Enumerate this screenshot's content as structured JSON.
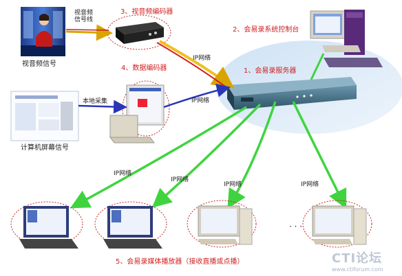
{
  "labels": {
    "video_signal": "视音频信号",
    "signal_line": "视音频\n信号线",
    "video_encoder": "3、视音频编码器",
    "control_console": "2、会易录系统控制台",
    "ip_net_1": "IP网络",
    "data_encoder": "4、数据编码器",
    "server": "1、会易录服务器",
    "local_capture": "本地采集",
    "ip_net_2": "IP网络",
    "pc_signal": "计算机屏幕信号",
    "ip_net_3": "IP网络",
    "ip_net_4": "IP网络",
    "ip_net_5": "IP网络",
    "ip_net_6": "IP网络",
    "ellipsis": "· · ·",
    "player": "5、会易录媒体播放器（接收直播或点播）"
  },
  "watermark": {
    "brand": "CTI论坛",
    "url": "www.ctiforum.com"
  },
  "colors": {
    "green": "#3fd43f",
    "blue": "#2a36b8",
    "red_dash": "#c82020",
    "label_red": "#d02020"
  }
}
